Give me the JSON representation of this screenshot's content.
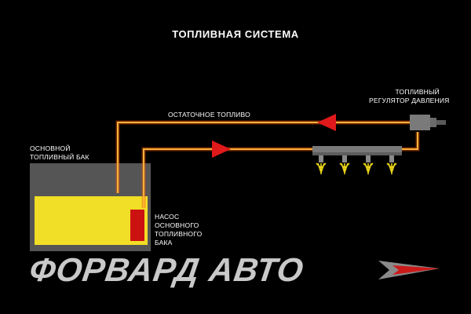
{
  "title": "ТОПЛИВНАЯ СИСТЕМА",
  "labels": {
    "main_tank": "ОСНОВНОЙ\nТОПЛИВНЫЙ БАК",
    "residual_fuel": "ОСТАТОЧНОЕ ТОПЛИВО",
    "pressure_regulator": "ТОПЛИВНЫЙ\nРЕГУЛЯТОР ДАВЛЕНИЯ",
    "pump": "НАСОС\nОСНОВНОГО\nТОПЛИВНОГО\nБАКА"
  },
  "logo": {
    "text": "ФОРВАРД АВТО"
  },
  "colors": {
    "background": "#000000",
    "fuel_line": "#f5a623",
    "fuel_line_glow": "#ff6a00",
    "arrow": "#e0191b",
    "tank": "#555555",
    "fuel": "#f1de26",
    "pump": "#cc1111",
    "injector_tip": "#e8d21a",
    "regulator": "#7a7a7a",
    "logo_text": "#c9c9c9",
    "logo_arrow": "#8a8a8a",
    "logo_arrow_accent": "#cc1a1a"
  }
}
